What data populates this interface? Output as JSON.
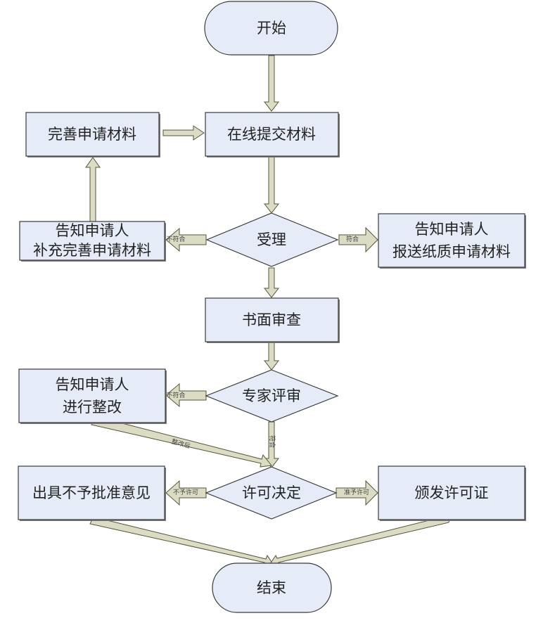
{
  "title": "行政许可办理流程图",
  "nodes": {
    "start": "开始",
    "perfect_materials": "完善申请材料",
    "submit_online": "在线提交材料",
    "notify_supplement_line1": "告知申请人",
    "notify_supplement_line2": "补充完善申请材料",
    "accept": "受理",
    "notify_paper_line1": "告知申请人",
    "notify_paper_line2": "报送纸质申请材料",
    "written_review": "书面审查",
    "notify_rectify_line1": "告知申请人",
    "notify_rectify_line2": "进行整改",
    "expert_review": "专家评审",
    "reject_opinion": "出具不予批准意见",
    "decision": "许可决定",
    "issue_license": "颁发许可证",
    "end": "结束"
  },
  "edge_labels": {
    "accept_fail": "不符合",
    "accept_pass": "符合",
    "expert_fail": "不符合",
    "expert_pass": "符合",
    "after_rectify": "整改后",
    "deny": "不予许可",
    "grant": "准予许可"
  },
  "colors": {
    "node_fill": "#e6ecf7",
    "node_stroke": "#3a3a3a",
    "arrow_fill": "#dcdcc4",
    "arrow_stroke": "#55553e"
  }
}
